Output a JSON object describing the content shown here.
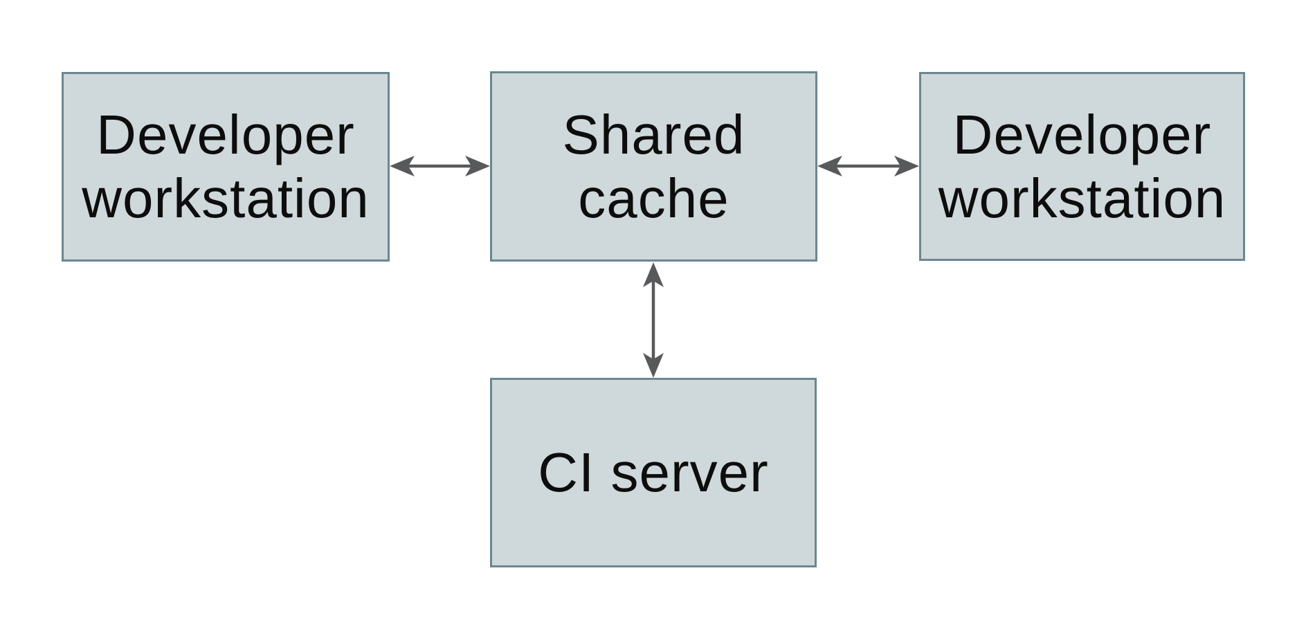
{
  "diagram": {
    "colors": {
      "background": "#ffffff",
      "node_fill": "#cfd8da",
      "node_border": "#6b8692",
      "arrow": "#58595b",
      "text": "#0d0d0d"
    },
    "nodes": [
      {
        "id": "developer-workstation-left",
        "lines": [
          "Developer",
          "workstation"
        ]
      },
      {
        "id": "shared-cache",
        "lines": [
          "Shared",
          "cache"
        ]
      },
      {
        "id": "developer-workstation-right",
        "lines": [
          "Developer",
          "workstation"
        ]
      },
      {
        "id": "ci-server",
        "lines": [
          "CI server"
        ]
      }
    ],
    "edges": [
      {
        "from": "developer-workstation-left",
        "to": "shared-cache",
        "type": "bidirectional"
      },
      {
        "from": "shared-cache",
        "to": "developer-workstation-right",
        "type": "bidirectional"
      },
      {
        "from": "shared-cache",
        "to": "ci-server",
        "type": "bidirectional"
      }
    ]
  }
}
